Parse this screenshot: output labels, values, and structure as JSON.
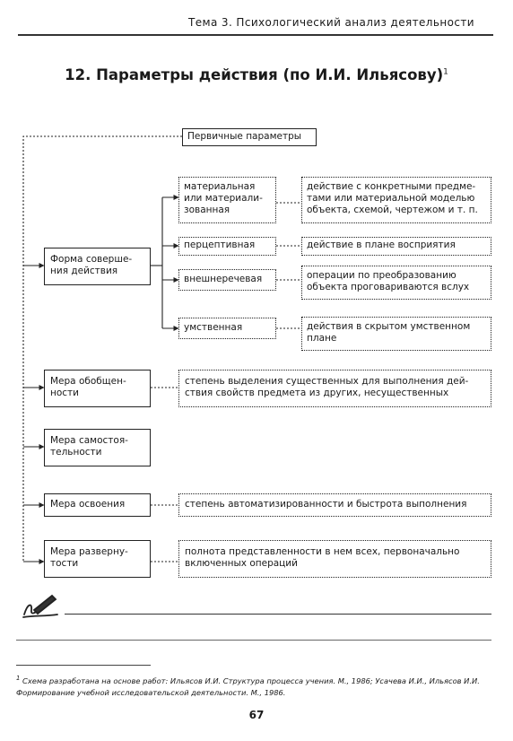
{
  "header": {
    "running_head": "Тема 3. Психологический анализ деятельности"
  },
  "title": {
    "text": "12. Параметры действия (по И.И. Ильясову)",
    "footnote_mark": "1"
  },
  "diagram": {
    "root": "Первичные параметры",
    "form": {
      "label": [
        "Форма соверше-",
        "ния действия"
      ],
      "kinds": [
        {
          "label": [
            "материальная",
            "или материали-",
            "зованная"
          ],
          "desc": [
            "действие с конкретными предме-",
            "тами или материальной моделью",
            "объекта, схемой, чертежом и т. п."
          ]
        },
        {
          "label": [
            "перцептивная"
          ],
          "desc": [
            "действие в плане восприятия"
          ]
        },
        {
          "label": [
            "внешнеречевая"
          ],
          "desc": [
            "операции по преобразованию",
            "объекта проговариваются вслух"
          ]
        },
        {
          "label": [
            "умственная"
          ],
          "desc": [
            "действия в скрытом умственном",
            "плане"
          ]
        }
      ]
    },
    "params": [
      {
        "label": [
          "Мера обобщен-",
          "ности"
        ],
        "desc": [
          "степень выделения существенных для выполнения дей-",
          "ствия свойств предмета из других, несущественных"
        ]
      },
      {
        "label": [
          "Мера самостоя-",
          "тельности"
        ]
      },
      {
        "label": [
          "Мера освоения"
        ],
        "desc": [
          "степень автоматизированности и быстрота выполнения"
        ]
      },
      {
        "label": [
          "Мера разверну-",
          "тости"
        ],
        "desc": [
          "полнота представленности в нем всех, первоначально",
          "включенных операций"
        ]
      }
    ]
  },
  "footnote": {
    "mark": "1",
    "text": "Схема разработана на основе работ: Ильясов И.И. Структура процесса учения. М., 1986; Усачева И.И., Ильясов И.И. Формирование учебной исследовательской деятельности. М., 1986."
  },
  "page_number": "67",
  "icons": {
    "writing": "pen-writing-icon"
  }
}
